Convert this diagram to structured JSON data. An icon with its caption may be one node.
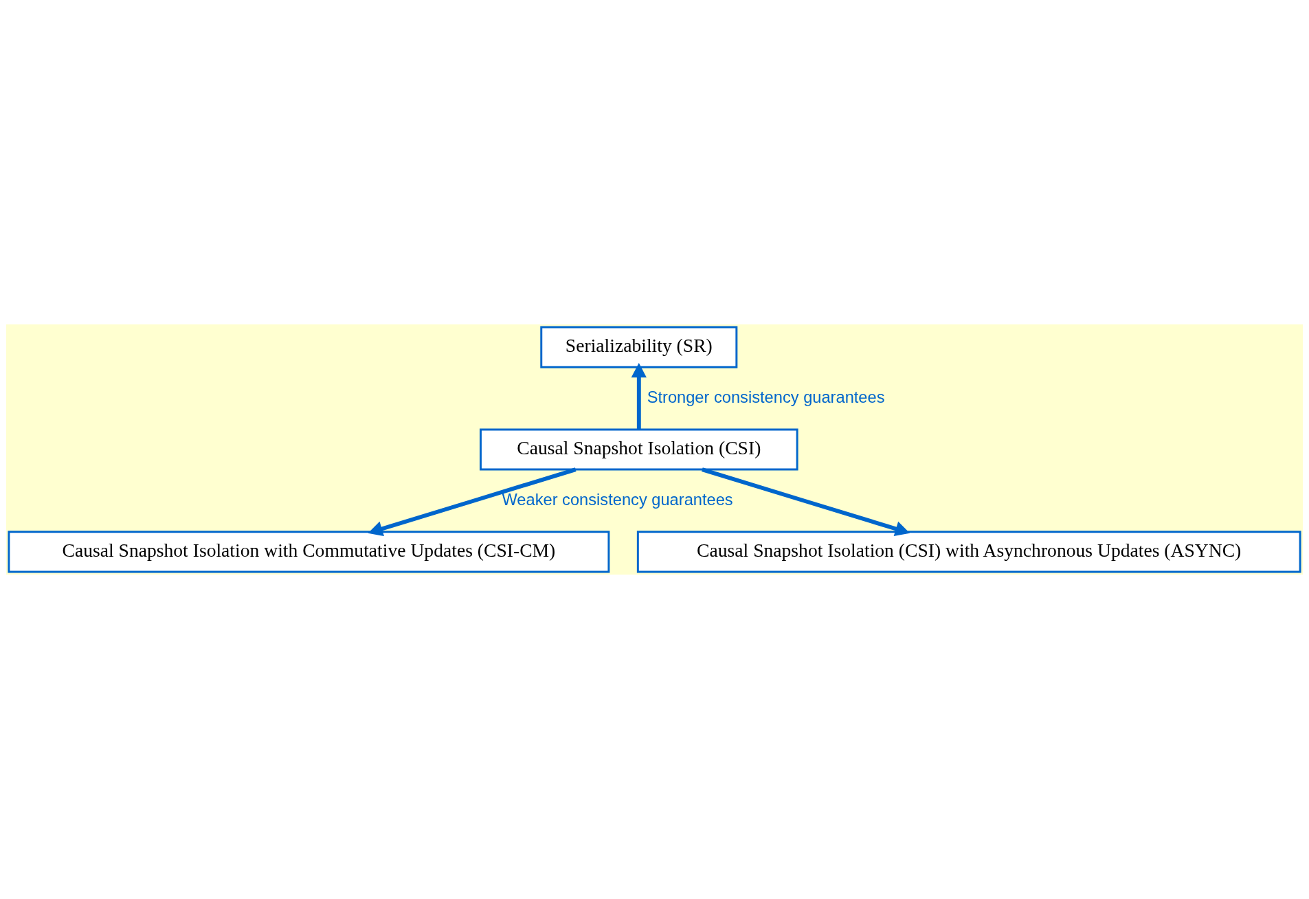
{
  "diagram": {
    "nodes": [
      {
        "text": [
          "Serializability (SR)"
        ]
      },
      {
        "text": [
          "Causal Snapshot Isolation (CSI)"
        ]
      },
      {
        "text": [
          "Causal Snapshot Isolation with Commutative Updates (CSI-CM)"
        ]
      },
      {
        "text": [
          "Causal Snapshot Isolation (CSI) with Asynchronous Updates (ASYNC)"
        ]
      }
    ],
    "edges": [
      {
        "from": 1,
        "to": 0,
        "arrow": "to",
        "label": "Stronger consistency guarantees"
      },
      {
        "from": 1,
        "to": 2,
        "arrow": "to",
        "label": "Weaker consistency guarantees"
      },
      {
        "from": 1,
        "to": 3,
        "arrow": "to"
      }
    ]
  }
}
